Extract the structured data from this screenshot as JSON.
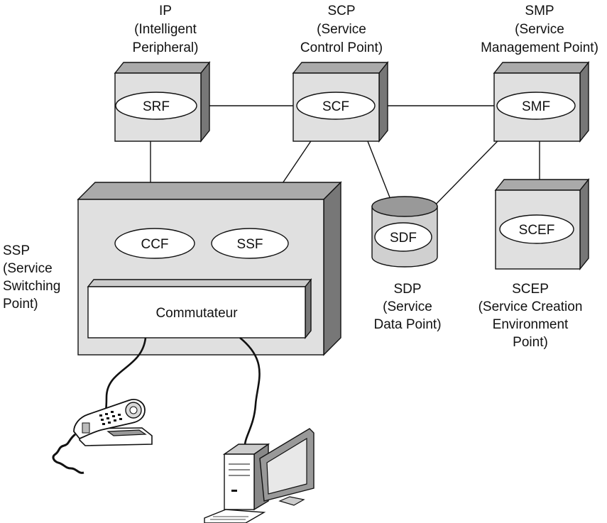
{
  "nodes": {
    "ip": {
      "name": "IP",
      "line1": "(Intelligent",
      "line2": "Peripheral)"
    },
    "scp": {
      "name": "SCP",
      "line1": "(Service",
      "line2": "Control Point)"
    },
    "smp": {
      "name": "SMP",
      "line1": "(Service",
      "line2": "Management Point)"
    },
    "ssp": {
      "name": "SSP",
      "line1": "(Service",
      "line2": "Switching",
      "line3": "Point)"
    },
    "sdp": {
      "name": "SDP",
      "line1": "(Service",
      "line2": "Data Point)"
    },
    "scep": {
      "name": "SCEP",
      "line1": "(Service Creation",
      "line2": "Environment",
      "line3": "Point)"
    }
  },
  "functions": {
    "srf": "SRF",
    "scf": "SCF",
    "smf": "SMF",
    "ccf": "CCF",
    "ssf": "SSF",
    "sdf": "SDF",
    "scef": "SCEF"
  },
  "switch": {
    "label": "Commutateur"
  },
  "colors": {
    "box_face": "#e0e0e0",
    "box_top": "#aaaaaa",
    "box_side": "#777777",
    "oval_fill": "#ffffff",
    "stroke": "#111111"
  }
}
